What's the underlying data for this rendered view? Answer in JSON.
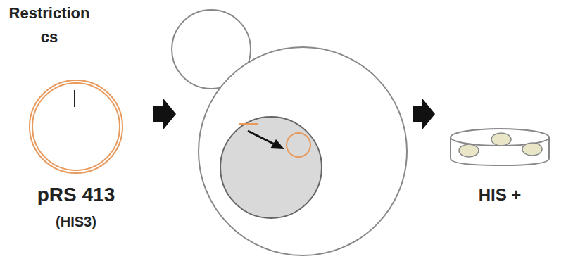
{
  "diagram": {
    "labels": [
      "Restriction cs",
      "pRS 413",
      "(HIS3)",
      "HIS +"
    ]
  }
}
